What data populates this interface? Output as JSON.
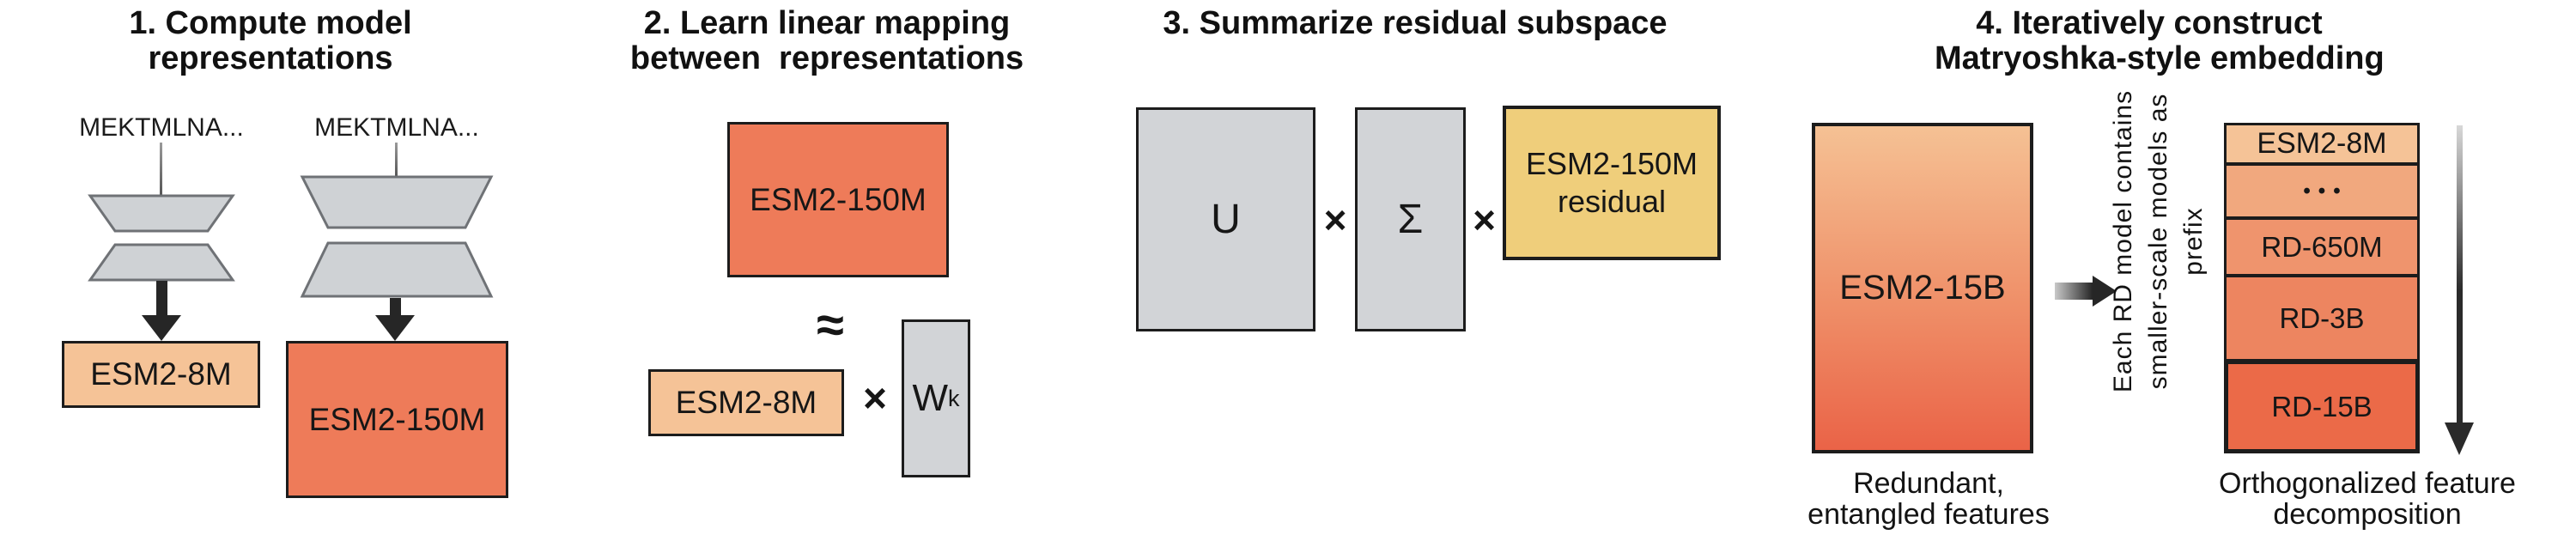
{
  "colors": {
    "peach": "#F5C397",
    "coral": "#EE7B59",
    "yellow": "#EFCE7B",
    "gray_box": "#D2D4D7",
    "trapezoid_fill": "#CFD2D5",
    "trapezoid_stroke": "#6F7276",
    "arrow_dark": "#262626",
    "gradient_top": "#F5C194",
    "gradient_bottom": "#EA6347"
  },
  "panel1": {
    "title_lines": [
      "1. Compute model",
      "representations"
    ],
    "sequence_left": "MEKTMLNA...",
    "sequence_right": "MEKTMLNA...",
    "small_model_label": "ESM2-8M",
    "large_model_label": "ESM2-150M"
  },
  "panel2": {
    "title_lines": [
      "2. Learn linear mapping",
      "between  representations"
    ],
    "target_box_label": "ESM2-150M",
    "approx_symbol": "≈",
    "source_box_label": "ESM2-8M",
    "times_symbol": "×",
    "weight_base": "W",
    "weight_sup": "k"
  },
  "panel3": {
    "title": "3. Summarize residual subspace",
    "u_label": "U",
    "times1": "×",
    "sigma_label": "Σ",
    "times2": "×",
    "residual_lines": [
      "ESM2-150M",
      "residual"
    ]
  },
  "panel4": {
    "title_lines": [
      "4. Iteratively construct",
      "Matryoshka-style embedding"
    ],
    "big_box_label": "ESM2-15B",
    "left_caption_lines": [
      "Redundant,",
      "entangled features"
    ],
    "rotated_note_lines": [
      "Each RD model contains",
      "smaller-scale models as",
      "prefix"
    ],
    "stack": [
      {
        "label": "ESM2-8M",
        "color": "#F5C397"
      },
      {
        "label": "•••",
        "color": "#F1A87E"
      },
      {
        "label": "RD-650M",
        "color": "#EF946D"
      },
      {
        "label": "RD-3B",
        "color": "#ED8560"
      },
      {
        "label": "RD-15B",
        "color": "#EB6A48"
      }
    ],
    "right_caption_lines": [
      "Orthogonalized feature",
      "decomposition"
    ]
  }
}
